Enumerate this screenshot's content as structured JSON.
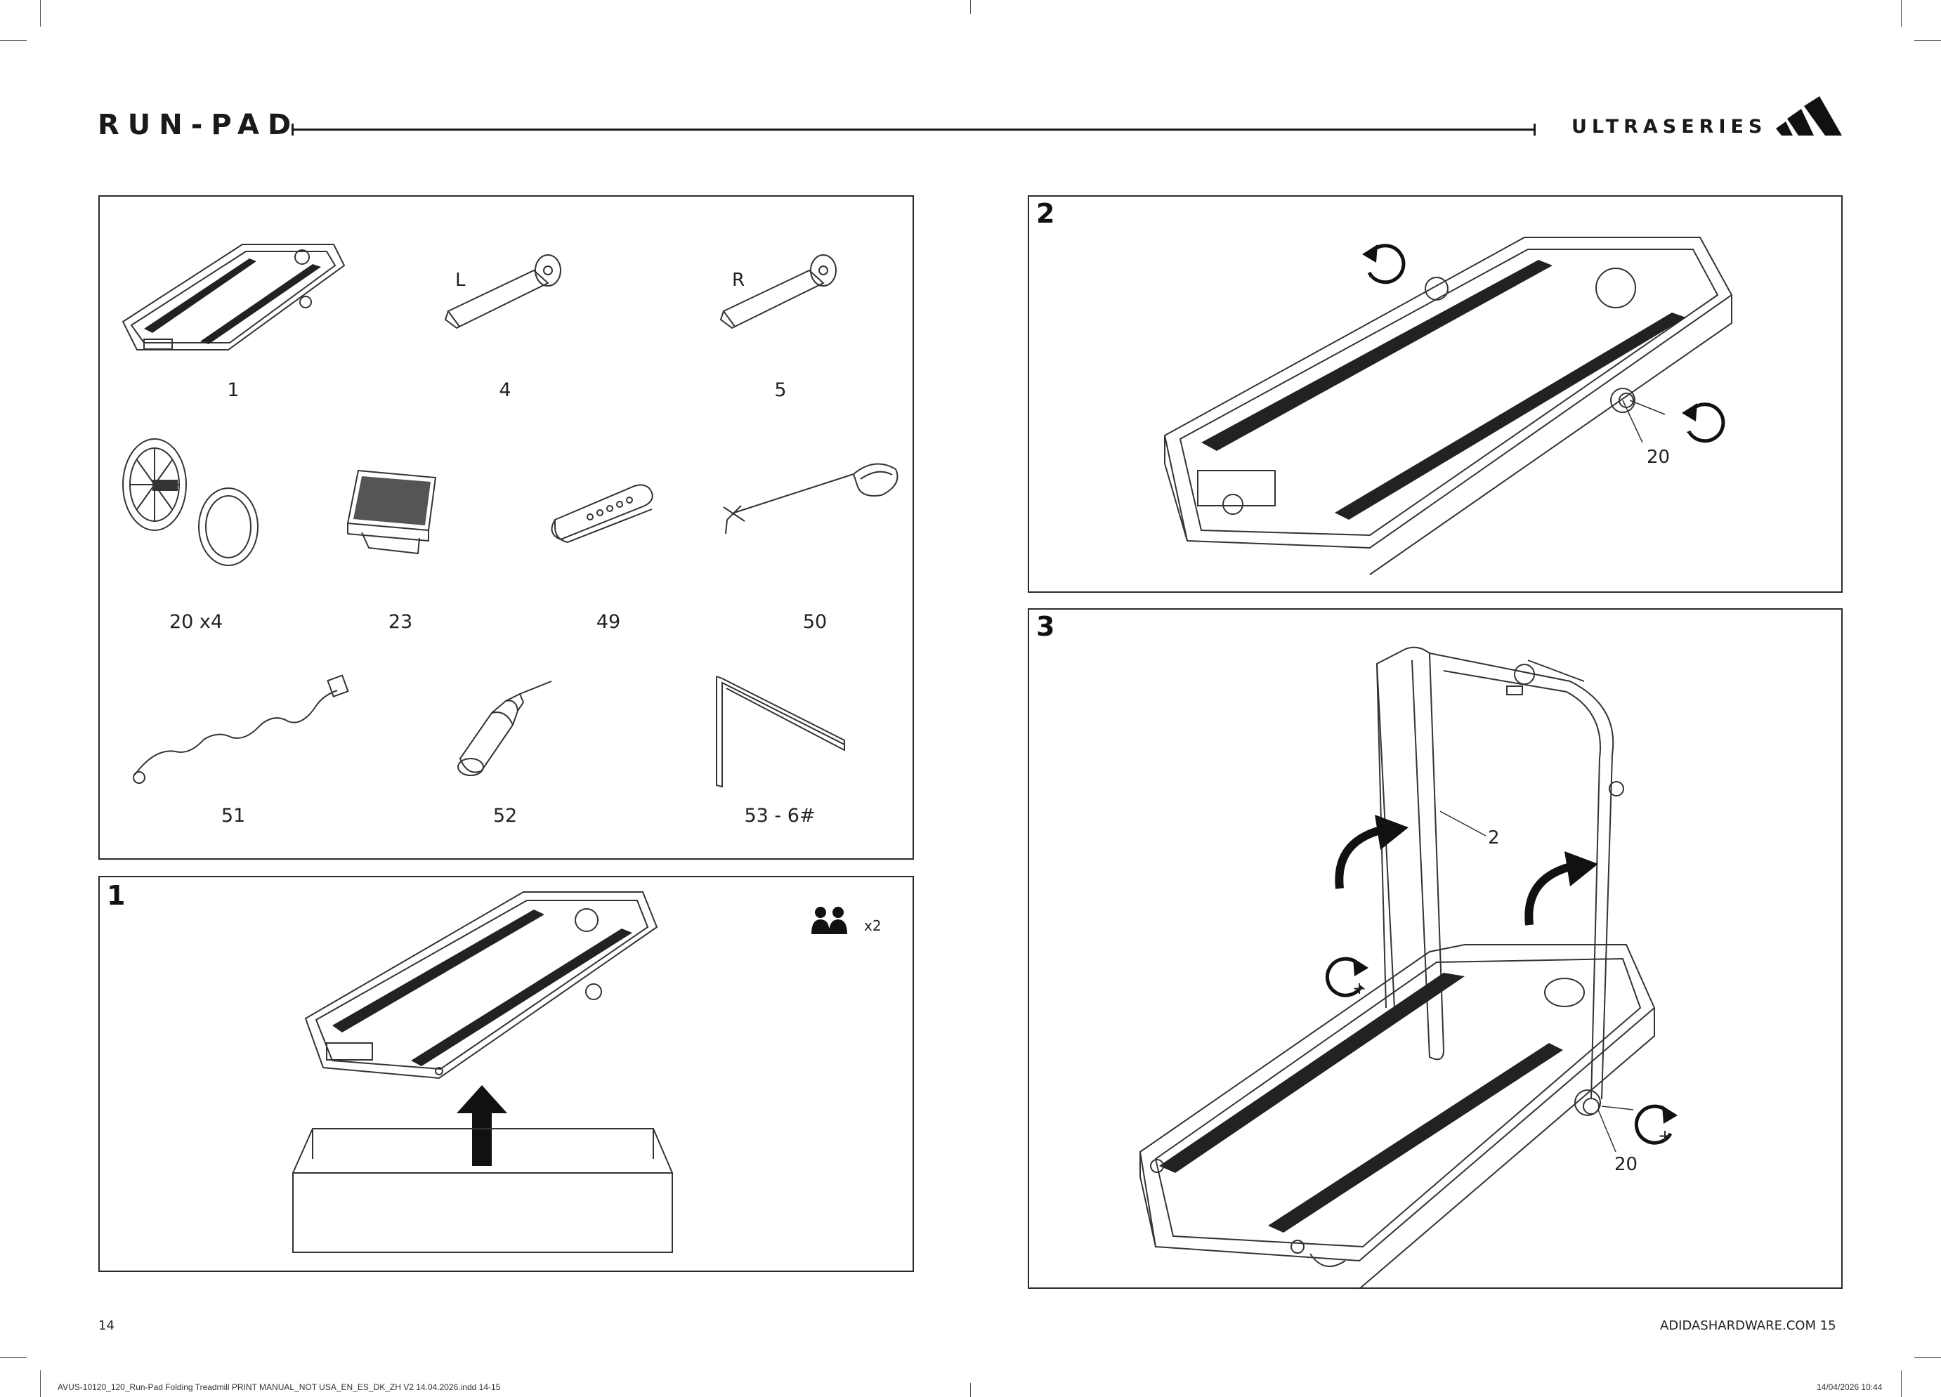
{
  "header": {
    "product_name": "RUN-PAD",
    "brand_name": "ULTRASERIES",
    "brand_logo": "three-stripes-mountain-logo"
  },
  "parts_panel": {
    "items": [
      {
        "label": "1",
        "icon": "treadmill-deck"
      },
      {
        "label": "4",
        "icon": "left-upright-arm",
        "side": "L"
      },
      {
        "label": "5",
        "icon": "right-upright-arm",
        "side": "R"
      },
      {
        "label": "20 x4",
        "icon": "knob-wheel"
      },
      {
        "label": "23",
        "icon": "console-tray"
      },
      {
        "label": "49",
        "icon": "remote-control"
      },
      {
        "label": "50",
        "icon": "safety-key-lanyard"
      },
      {
        "label": "51",
        "icon": "power-cord"
      },
      {
        "label": "52",
        "icon": "lubricant-bottle"
      },
      {
        "label": "53 - 6#",
        "icon": "allen-key"
      }
    ]
  },
  "step1": {
    "number": "1",
    "people_count": "x2",
    "icons": [
      "two-people-icon",
      "up-arrow-icon",
      "box-icon"
    ]
  },
  "step2": {
    "number": "2",
    "callout": "20",
    "rotation_sign_left": "-",
    "rotation_sign_right": "-"
  },
  "step3": {
    "number": "3",
    "callout_frame": "2",
    "callout_knob": "20",
    "rotation_sign_left": "+",
    "rotation_sign_right": "+"
  },
  "footer": {
    "page_left": "14",
    "page_right": "ADIDASHARDWARE.COM 15",
    "slug_file": "AVUS-10120_120_Run-Pad Folding Treadmill PRINT MANUAL_NOT USA_EN_ES_DK_ZH V2 14.04.2026.indd 14-15",
    "slug_date": "14/04/2026 10:44"
  }
}
